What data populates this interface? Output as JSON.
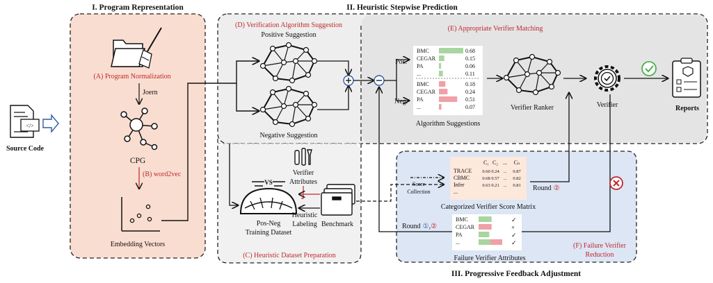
{
  "sections": {
    "program_representation": "I. Program Representation",
    "heuristic_stepwise": "II. Heuristic Stepwise Prediction",
    "progressive_feedback": "III. Progressive Feedback Adjustment"
  },
  "source_code": "Source Code",
  "reports": "Reports",
  "part_a": "(A) Program Normalization",
  "joern": "Joern",
  "cpg": "CPG",
  "part_b": "(B) word2vec",
  "embedding": "Embedding Vectors",
  "part_c": "(C) Heuristic Dataset Preparation",
  "part_d": "(D) Verification  Algorithm Suggestion",
  "positive": "Positive Suggestion",
  "negative": "Negative Suggestion",
  "verifier_attributes_l1": "Verifier",
  "verifier_attributes_l2": "Attributes",
  "heuristic_l1": "Heuristic",
  "heuristic_l2": "Labeling",
  "benchmark": "Benchmark",
  "dataset_l1": "Pos-Neg",
  "dataset_l2": "Training Dataset",
  "part_e": "(E) Appropriate Verifier Matching",
  "pos_label": "Pos.",
  "neg_label": "Neg.",
  "pos_rows": [
    {
      "name": "BMC",
      "value": "0.68",
      "frac": 0.68
    },
    {
      "name": "CEGAR",
      "value": "0.15",
      "frac": 0.15
    },
    {
      "name": "PA",
      "value": "0.06",
      "frac": 0.06
    },
    {
      "name": "...",
      "value": "0.11",
      "frac": 0.11
    }
  ],
  "neg_rows": [
    {
      "name": "BMC",
      "value": "0.18",
      "frac": 0.18
    },
    {
      "name": "CEGAR",
      "value": "0.24",
      "frac": 0.24
    },
    {
      "name": "PA",
      "value": "0.51",
      "frac": 0.51
    },
    {
      "name": "...",
      "value": "0.07",
      "frac": 0.07
    }
  ],
  "algorithm_suggestions": "Algorithm Suggestions",
  "verifier_ranker": "Verifier Ranker",
  "verifier": "Verifier",
  "score_collection_l1": "Score",
  "score_collection_l2": "Collection",
  "matrix": {
    "headers": [
      "C₁",
      "C₂",
      "...",
      "Cₙ"
    ],
    "rows": [
      {
        "name": "TRACE",
        "cells": [
          "0.60",
          "0.24",
          "...",
          "0.87"
        ]
      },
      {
        "name": "CBMC",
        "cells": [
          "0.68",
          "0.57",
          "...",
          "0.82"
        ]
      },
      {
        "name": "Infer",
        "cells": [
          "0.63",
          "0.21",
          "...",
          "0.81"
        ]
      },
      {
        "name": "...",
        "cells": [
          "",
          "",
          "",
          ""
        ]
      }
    ]
  },
  "matrix_title": "Categorized Verifier Score Matrix",
  "round2_label": "Round",
  "round2_mark": "②",
  "round12_label": "Round",
  "round12_mark_a": "①",
  "round12_sep": ",",
  "round12_mark_b": "②",
  "failure_rows": [
    {
      "name": "BMC",
      "mark": "✓",
      "ok": true,
      "green": 0.55,
      "red": 0.0
    },
    {
      "name": "CEGAR",
      "mark": "×",
      "ok": false,
      "green": 0.0,
      "red": 0.55
    },
    {
      "name": "PA",
      "mark": "✓",
      "ok": true,
      "green": 0.45,
      "red": 0.0
    },
    {
      "name": "...",
      "mark": "✓",
      "ok": true,
      "green": 0.5,
      "red": 0.5
    }
  ],
  "failure_title": "Failure Verifier Attributes",
  "part_f_l1": "(F) Failure Verifier",
  "part_f_l2": "Reduction",
  "colors": {
    "red": "#c0282d",
    "peach": "#f9ddd0",
    "gray": "#eeeeee",
    "blue": "#dce6f4",
    "green_bar": "#a9d5a0",
    "red_bar": "#f0a0a8",
    "check": "#4caf50"
  }
}
